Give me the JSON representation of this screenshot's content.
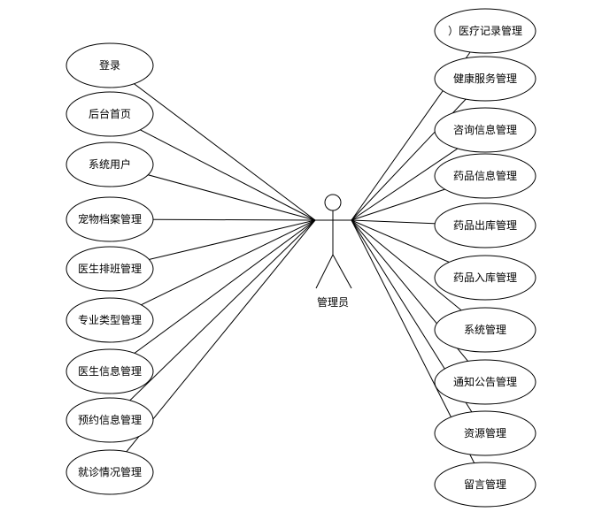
{
  "actor": {
    "name": "管理员"
  },
  "use_cases_left": [
    "登录",
    "后台首页",
    "系统用户",
    "宠物档案管理",
    "医生排班管理",
    "专业类型管理",
    "医生信息管理",
    "预约信息管理",
    "就诊情况管理"
  ],
  "use_cases_right": [
    "）医疗记录管理",
    "健康服务管理",
    "咨询信息管理",
    "药品信息管理",
    "药品出库管理",
    "药品入库管理",
    "系统管理",
    "通知公告管理",
    "资源管理",
    "留言管理"
  ]
}
